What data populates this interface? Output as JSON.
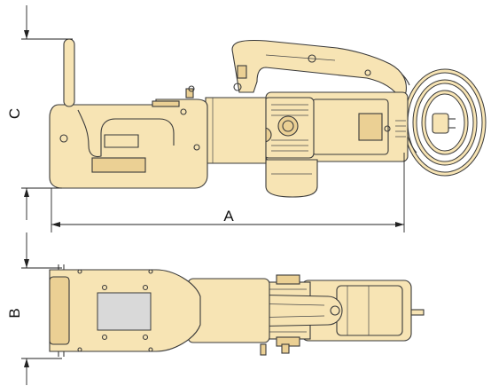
{
  "dimensions": {
    "a_label": "A",
    "b_label": "B",
    "c_label": "C"
  },
  "colors": {
    "body": "#f7e4b4",
    "body_shade": "#ebd094",
    "outline": "#3a3a3a",
    "window": "#d9d9d9"
  }
}
